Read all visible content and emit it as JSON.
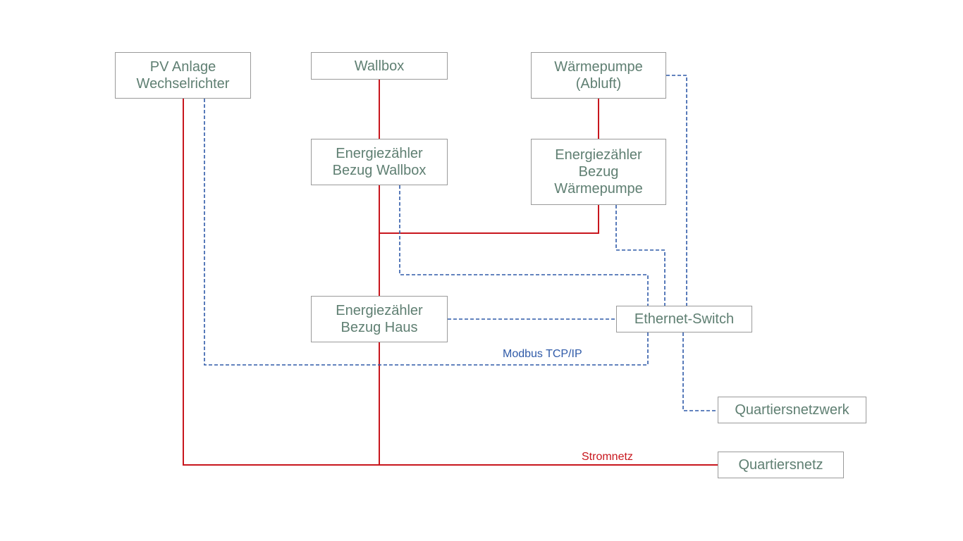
{
  "nodes": {
    "pv": "PV Anlage\nWechselrichter",
    "wallbox": "Wallbox",
    "heatpump": "Wärmepumpe\n(Abluft)",
    "meter_wallbox": "Energiezähler\nBezug Wallbox",
    "meter_heatpump": "Energiezähler\nBezug\nWärmepumpe",
    "meter_house": "Energiezähler\nBezug Haus",
    "switch": "Ethernet-Switch",
    "district_network": "Quartiersnetzwerk",
    "district_grid": "Quartiersnetz"
  },
  "labels": {
    "modbus": "Modbus TCP/IP",
    "grid": "Stromnetz"
  },
  "colors": {
    "power_line": "#c8161d",
    "data_line": "#2f5aa8",
    "box_border": "#9a9a9a",
    "box_text": "#5f7f72"
  },
  "legend_semantics": {
    "power_line_style": "solid",
    "data_line_style": "dashed"
  }
}
